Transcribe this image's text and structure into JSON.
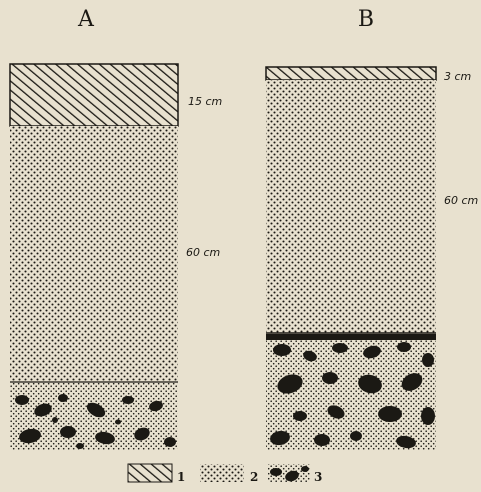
{
  "figure": {
    "columns": [
      {
        "label": "A",
        "layers": [
          {
            "legend_ref": "1",
            "thickness_label": "15 cm"
          },
          {
            "legend_ref": "2",
            "thickness_label": "60 cm"
          },
          {
            "legend_ref": "3",
            "thickness_label": ""
          }
        ]
      },
      {
        "label": "B",
        "layers": [
          {
            "legend_ref": "1",
            "thickness_label": "3 cm"
          },
          {
            "legend_ref": "2",
            "thickness_label": "60 cm"
          },
          {
            "legend_ref": "3",
            "thickness_label": ""
          }
        ]
      }
    ],
    "legend": [
      {
        "number": "1",
        "pattern": "hatched"
      },
      {
        "number": "2",
        "pattern": "dotted"
      },
      {
        "number": "3",
        "pattern": "gravel"
      }
    ],
    "colors": {
      "paper": "#e8e1cf",
      "ink": "#1b1914"
    }
  }
}
